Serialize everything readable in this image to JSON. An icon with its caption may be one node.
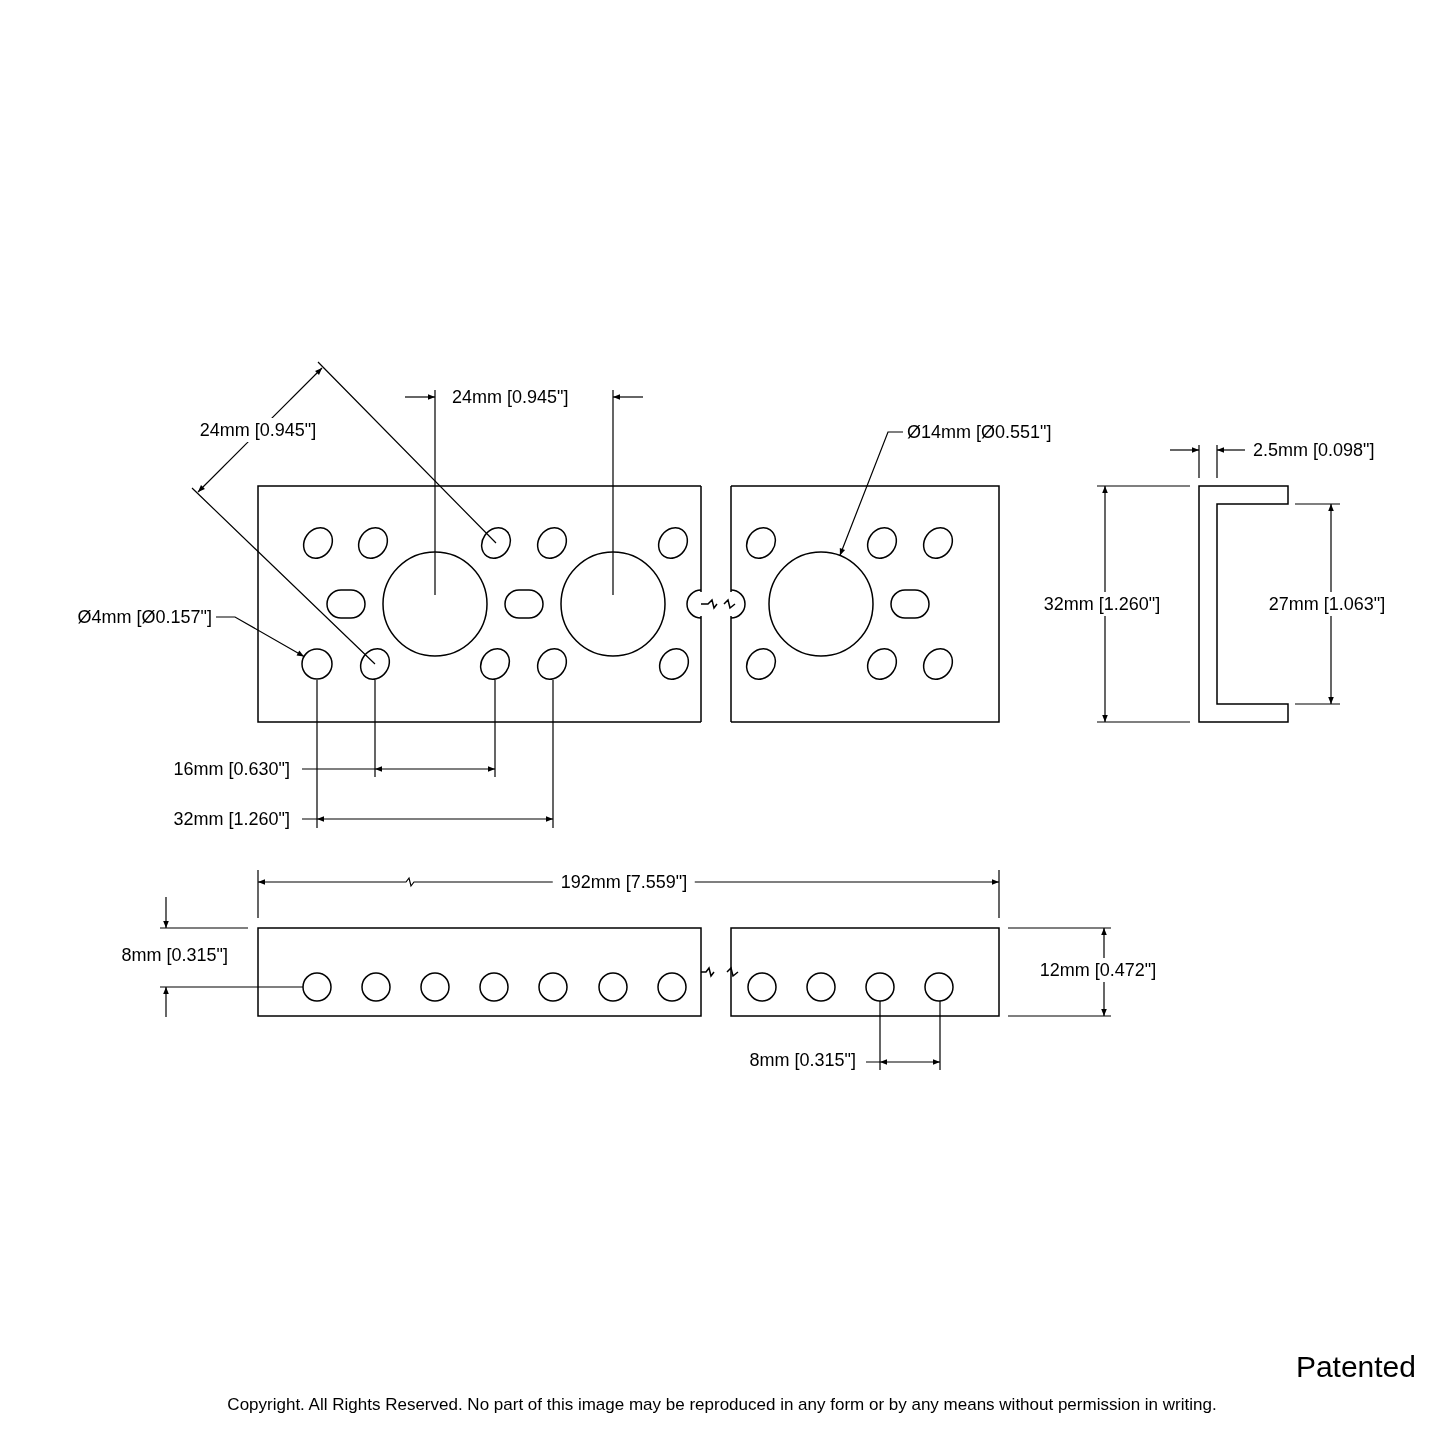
{
  "diagram": {
    "nodes": [
      {
        "text": [
          "Ø4mm [Ø0.157\"]"
        ]
      },
      {
        "text": [],
        "shape": "circle"
      },
      {
        "text": [
          "Ø14mm [Ø0.551\"]"
        ]
      },
      {
        "text": [],
        "shape": "circle"
      }
    ],
    "edges": [
      {
        "from": 0,
        "to": 1,
        "arrow": "to"
      },
      {
        "from": 2,
        "to": 3,
        "arrow": "to"
      }
    ],
    "labels": [
      "24mm [0.945\"]",
      "24mm [0.945\"]",
      "2.5mm [0.098\"]",
      "32mm [1.260\"]",
      "27mm [1.063\"]",
      "16mm [0.630\"]",
      "32mm [1.260\"]",
      "192mm [7.559\"]",
      "8mm [0.315\"]",
      "12mm [0.472\"]",
      "8mm [0.315\"]",
      "Patented",
      "Copyright. All Rights Reserved. No part of this image may be reproduced in any form or by any means without permission in writing."
    ]
  }
}
